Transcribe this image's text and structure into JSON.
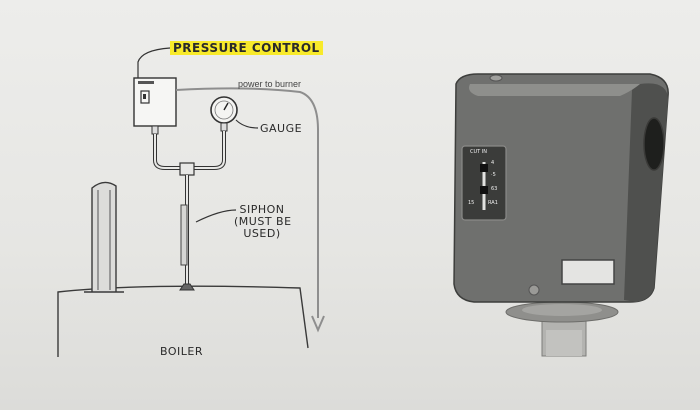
{
  "diagram": {
    "pressure_control_label": "PRESSURE CONTROL",
    "power_label": "power to burner",
    "gauge_label": "GAUGE",
    "siphon_label_lines": [
      "SIPHON",
      "(MUST BE",
      "USED)"
    ],
    "boiler_label": "BOILER",
    "highlight_color": "#f8ea2a"
  },
  "device_photo": {
    "dial_header": "CUT  IN",
    "dial_marks": [
      "4",
      "·5",
      "63",
      "15",
      "RA1"
    ]
  }
}
